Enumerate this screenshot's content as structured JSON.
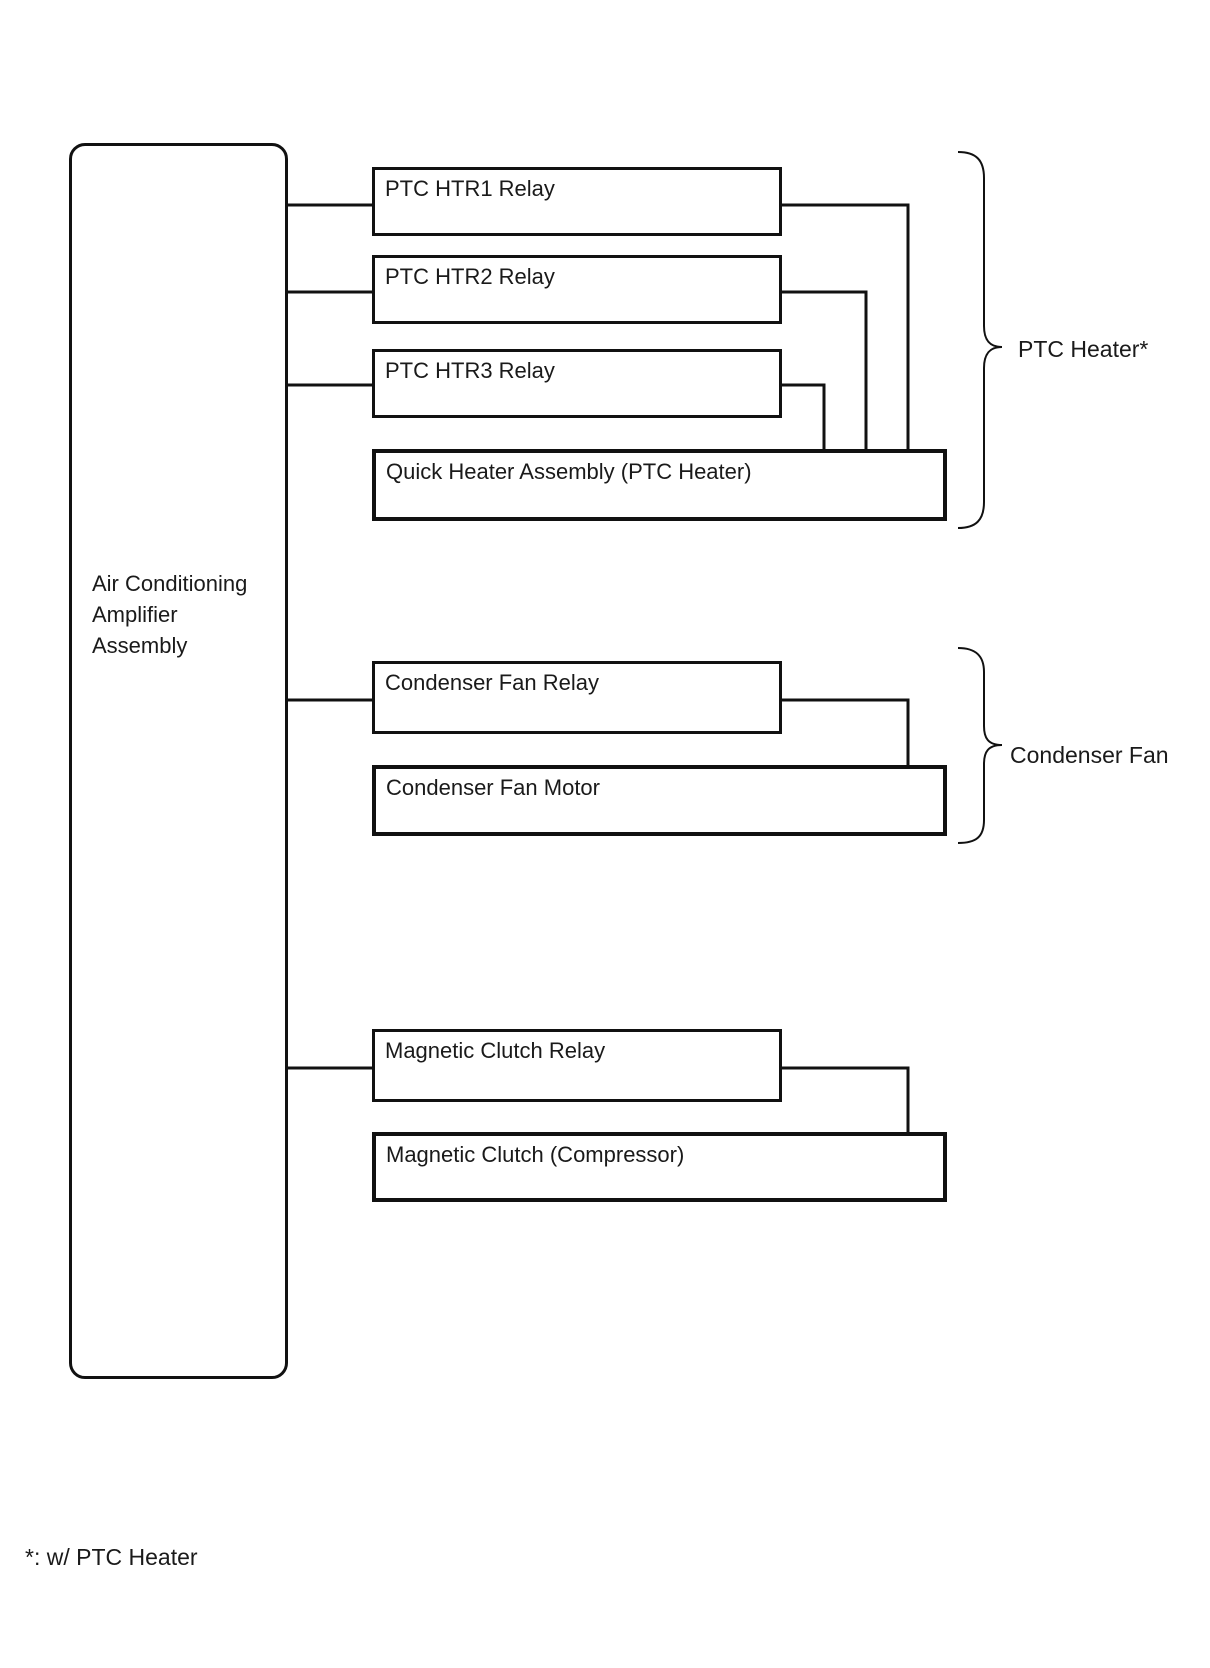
{
  "colors": {
    "ink": "#1a1a1a",
    "background": "#ffffff"
  },
  "diagram": {
    "amplifier": {
      "label": "Air Conditioning\nAmplifier\nAssembly"
    },
    "nodes": [
      {
        "id": "ptc-htr1-relay",
        "label": "PTC HTR1 Relay"
      },
      {
        "id": "ptc-htr2-relay",
        "label": "PTC HTR2 Relay"
      },
      {
        "id": "ptc-htr3-relay",
        "label": "PTC HTR3 Relay"
      },
      {
        "id": "quick-heater-assembly",
        "label": "Quick Heater Assembly (PTC Heater)"
      },
      {
        "id": "condenser-fan-relay",
        "label": "Condenser Fan Relay"
      },
      {
        "id": "condenser-fan-motor",
        "label": "Condenser Fan Motor"
      },
      {
        "id": "magnetic-clutch-relay",
        "label": "Magnetic Clutch Relay"
      },
      {
        "id": "magnetic-clutch-compressor",
        "label": "Magnetic Clutch (Compressor)"
      }
    ],
    "groups": [
      {
        "id": "ptc-heater",
        "label": "PTC Heater*"
      },
      {
        "id": "condenser-fan",
        "label": "Condenser Fan"
      }
    ],
    "footnote": "*: w/ PTC Heater"
  }
}
